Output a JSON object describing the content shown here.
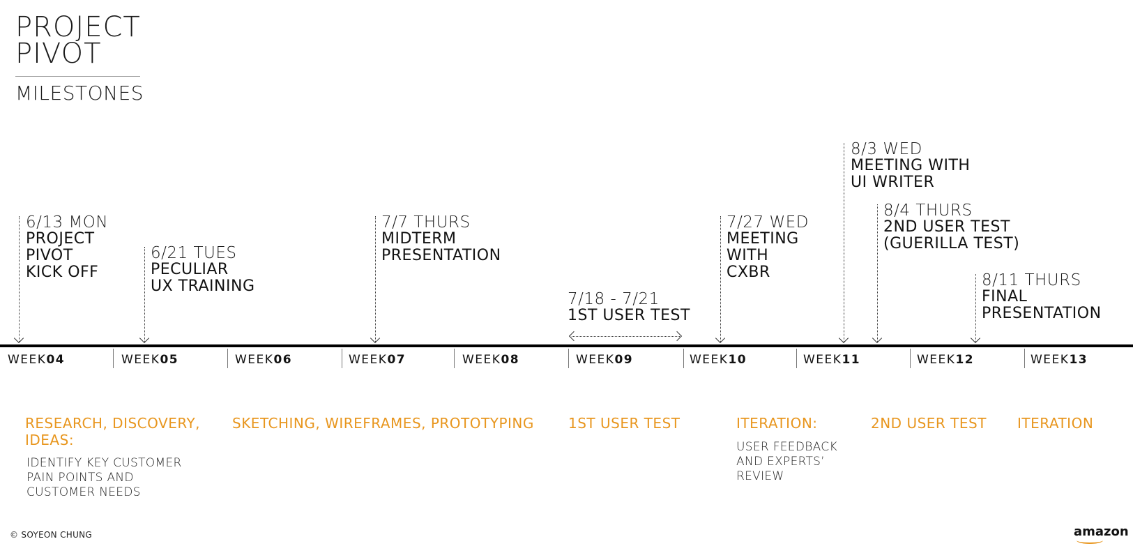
{
  "header": {
    "title": "PROJECT\nPIVOT",
    "subtitle": "MILESTONES"
  },
  "milestones": [
    {
      "date": "6/13 MON",
      "title": "PROJECT\nPIVOT\nKICK OFF"
    },
    {
      "date": "6/21 TUES",
      "title": "PECULIAR\nUX TRAINING"
    },
    {
      "date": "7/7 THURS",
      "title": "MIDTERM\nPRESENTATION"
    },
    {
      "date": "7/18 - 7/21",
      "title": "1ST USER TEST"
    },
    {
      "date": "7/27 WED",
      "title": "MEETING\nWITH\nCXBR"
    },
    {
      "date": "8/3 WED",
      "title": "MEETING WITH\nUI WRITER"
    },
    {
      "date": "8/4 THURS",
      "title": "2ND USER TEST\n(GUERILLA TEST)"
    },
    {
      "date": "8/11 THURS",
      "title": "FINAL\nPRESENTATION"
    }
  ],
  "weeks": [
    {
      "prefix": "WEEK",
      "num": "04"
    },
    {
      "prefix": "WEEK",
      "num": "05"
    },
    {
      "prefix": "WEEK",
      "num": "06"
    },
    {
      "prefix": "WEEK",
      "num": "07"
    },
    {
      "prefix": "WEEK",
      "num": "08"
    },
    {
      "prefix": "WEEK",
      "num": "09"
    },
    {
      "prefix": "WEEK",
      "num": "10"
    },
    {
      "prefix": "WEEK",
      "num": "11"
    },
    {
      "prefix": "WEEK",
      "num": "12"
    },
    {
      "prefix": "WEEK",
      "num": "13"
    }
  ],
  "phases": [
    {
      "label": "RESEARCH, DISCOVERY,\nIDEAS:",
      "desc": "IDENTIFY KEY CUSTOMER\nPAIN POINTS AND\nCUSTOMER NEEDS"
    },
    {
      "label": "SKETCHING, WIREFRAMES, PROTOTYPING",
      "desc": ""
    },
    {
      "label": "1ST USER TEST",
      "desc": ""
    },
    {
      "label": "ITERATION:",
      "desc": "USER FEEDBACK\nAND EXPERTS’\nREVIEW"
    },
    {
      "label": "2ND USER TEST",
      "desc": ""
    },
    {
      "label": "ITERATION",
      "desc": ""
    }
  ],
  "footer": {
    "copyright": "© SOYEON CHUNG",
    "logo": "amazon"
  },
  "colors": {
    "accent": "#e8961e",
    "text": "#111111",
    "axis": "#000000"
  }
}
